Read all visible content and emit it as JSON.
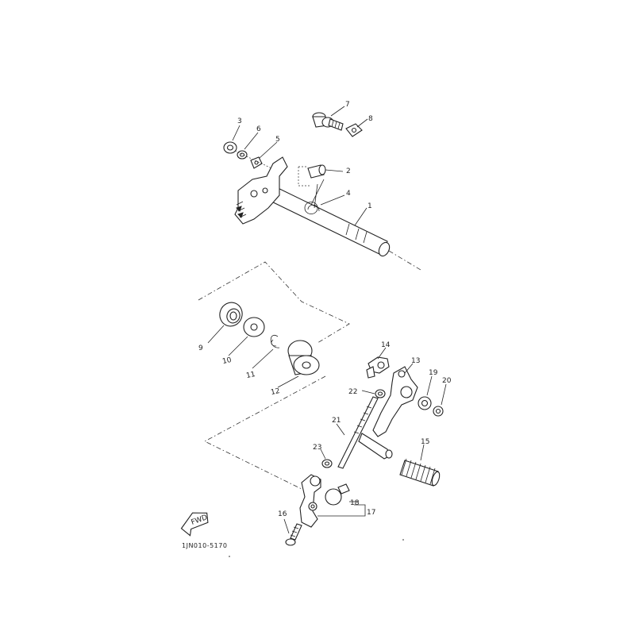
{
  "diagram": {
    "part_labels": [
      "1",
      "2",
      "3",
      "4",
      "5",
      "6",
      "7",
      "8",
      "9",
      "10",
      "11",
      "12",
      "13",
      "14",
      "15",
      "16",
      "17",
      "18",
      "19",
      "20",
      "21",
      "22",
      "23"
    ],
    "figure_code": "1JN010-5170",
    "fwd_text": "FWD"
  }
}
